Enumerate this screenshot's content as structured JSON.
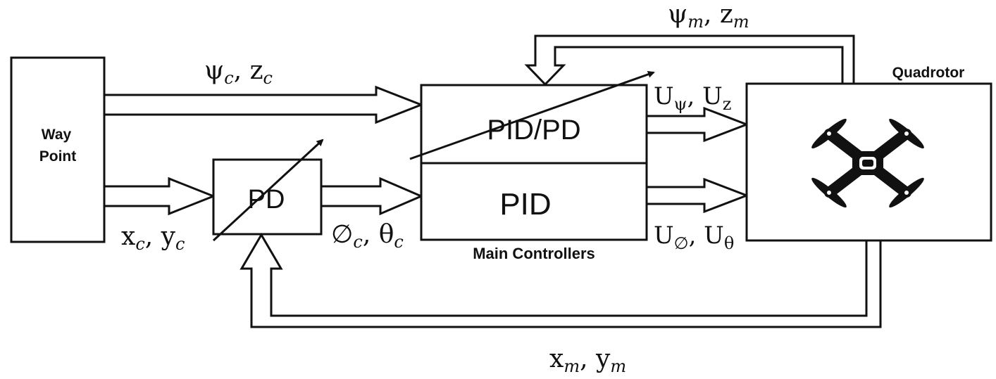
{
  "blocks": {
    "waypoint": [
      "Way",
      "Point"
    ],
    "pd": "PD",
    "pidpd": "PID/PD",
    "pid": "PID",
    "main_controllers": "Main Controllers",
    "quadrotor": "Quadrotor"
  },
  "signals": {
    "psi_c_z_c": [
      [
        "ψ",
        "c"
      ],
      [
        ", z",
        "c"
      ]
    ],
    "x_c_y_c": [
      [
        "x",
        "c"
      ],
      [
        ", y",
        "c"
      ]
    ],
    "phi_c_theta_c": [
      [
        "∅",
        "c"
      ],
      [
        ", θ",
        "c"
      ]
    ],
    "u_psi_u_z": [
      [
        "U",
        "ψ"
      ],
      [
        ", U",
        "z"
      ]
    ],
    "u_phi_u_theta": [
      [
        "U",
        "∅"
      ],
      [
        ", U",
        "θ"
      ]
    ],
    "psi_m_z_m": [
      [
        "ψ",
        "m"
      ],
      [
        ", z",
        "m"
      ]
    ],
    "x_m_y_m": [
      [
        "x",
        "m"
      ],
      [
        ", y",
        "m"
      ]
    ]
  },
  "icons": {
    "quadrotor": "drone-icon"
  }
}
